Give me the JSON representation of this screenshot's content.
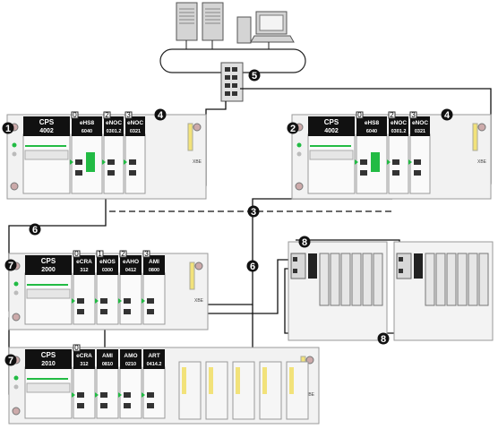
{
  "network": {
    "servers": [
      "server-1",
      "server-2"
    ],
    "workstation": "workstation",
    "switch": "ethernet-switch"
  },
  "rack1": {
    "callout": "1",
    "modules": [
      {
        "l1": "CPS",
        "l2": "4002"
      },
      {
        "slot": "0",
        "l1": "eHS8",
        "l2": "6040"
      },
      {
        "slot": "2",
        "l1": "eNOC",
        "l2": "0301.2"
      },
      {
        "slot": "3",
        "l1": "eNOC",
        "l2": "0321"
      }
    ],
    "callout_noc": "4",
    "xbe": "XBE"
  },
  "rack2": {
    "callout": "2",
    "modules": [
      {
        "l1": "CPS",
        "l2": "4002"
      },
      {
        "slot": "0",
        "l1": "eHS8",
        "l2": "6040"
      },
      {
        "slot": "2",
        "l1": "eNOC",
        "l2": "0301.2"
      },
      {
        "slot": "3",
        "l1": "eNOC",
        "l2": "0321"
      }
    ],
    "callout_noc": "4",
    "xbe": "XBE"
  },
  "rack7a": {
    "callout": "7",
    "modules": [
      {
        "l1": "CPS",
        "l2": "2000"
      },
      {
        "slot": "0",
        "l1": "eCRA",
        "l2": "312"
      },
      {
        "slot": "1",
        "l1": "eNOS",
        "l2": "0300"
      },
      {
        "slot": "2",
        "l1": "eAHO",
        "l2": "0412"
      },
      {
        "slot": "3",
        "l1": "AMI",
        "l2": "0800"
      }
    ],
    "xbe": "XBE"
  },
  "rack7b": {
    "callout": "7",
    "modules": [
      {
        "l1": "CPS",
        "l2": "2010"
      },
      {
        "slot": "0",
        "l1": "eCRA",
        "l2": "312"
      },
      {
        "l1": "AMI",
        "l2": "0810"
      },
      {
        "l1": "AMO",
        "l2": "0210"
      },
      {
        "l1": "ART",
        "l2": "0414.2"
      }
    ],
    "xbe": "XBE"
  },
  "callouts": {
    "hot_standby_link": "3",
    "switch": "5",
    "ring_left": "6",
    "ring_right": "6",
    "drop_top": "8",
    "drop_bottom": "8"
  },
  "colors": {
    "black": "#111111",
    "rack_bg": "#f2f2f2",
    "rack_border": "#9a9a9a",
    "green": "#22bb44",
    "yellow": "#f2e27a",
    "server": "#cfcfcf"
  }
}
